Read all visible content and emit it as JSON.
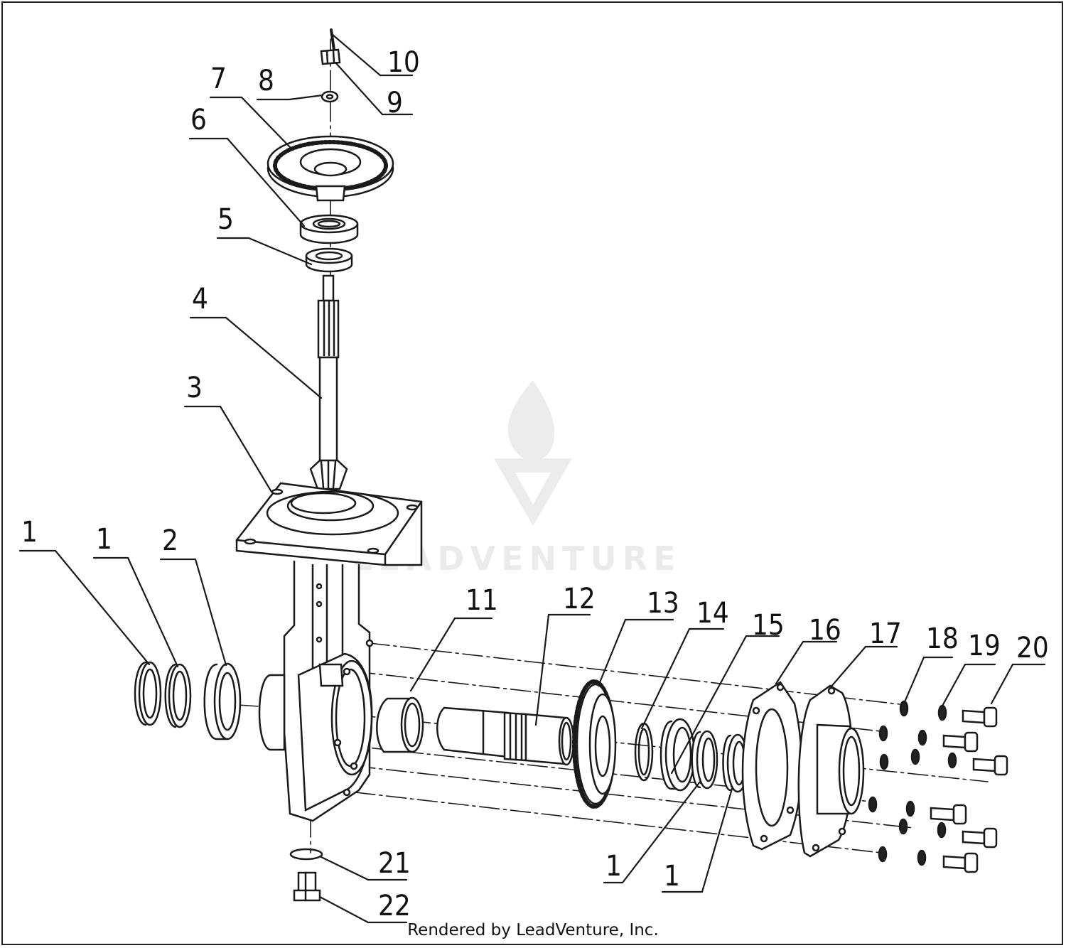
{
  "diagram": {
    "callouts": [
      "1",
      "1",
      "2",
      "3",
      "4",
      "5",
      "6",
      "7",
      "8",
      "9",
      "10",
      "11",
      "12",
      "13",
      "14",
      "15",
      "16",
      "17",
      "18",
      "19",
      "20",
      "1",
      "1",
      "21",
      "22"
    ],
    "watermark": "LEADVENTURE",
    "footer": "Rendered by LeadVenture, Inc."
  },
  "colors": {
    "line": "#1a1a1a",
    "part_fill": "#ffffff",
    "watermark": "#e8e8e8"
  }
}
